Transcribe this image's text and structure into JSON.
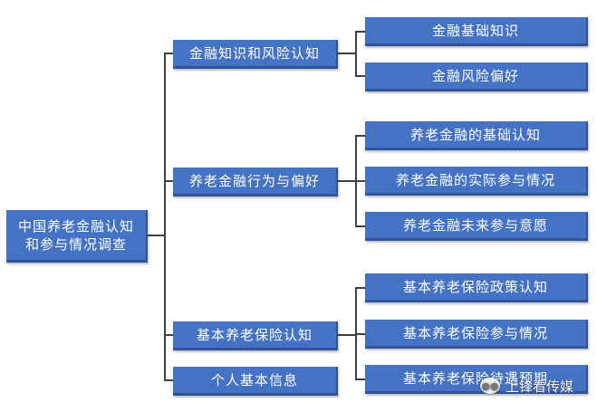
{
  "diagram": {
    "root": {
      "label_line1": "中国养老金融认知",
      "label_line2": "和参与情况调查"
    },
    "branches": [
      {
        "label": "金融知识和风险认知",
        "children": [
          "金融基础知识",
          "金融风险偏好"
        ]
      },
      {
        "label": "养老金融行为与偏好",
        "children": [
          "养老金融的基础认知",
          "养老金融的实际参与情况",
          "养老金融未来参与意愿"
        ]
      },
      {
        "label": "基本养老保险认知",
        "children": [
          "基本养老保险政策认知",
          "基本养老保险参与情况",
          "基本养老保险待遇预期"
        ]
      },
      {
        "label": "个人基本信息",
        "children": []
      }
    ]
  },
  "watermark": {
    "text": "上锋看传媒",
    "icon": "wechat-icon"
  },
  "colors": {
    "box": "#4472c4",
    "box_border": "#2f5597",
    "line": "#404040",
    "text": "#ffffff"
  }
}
